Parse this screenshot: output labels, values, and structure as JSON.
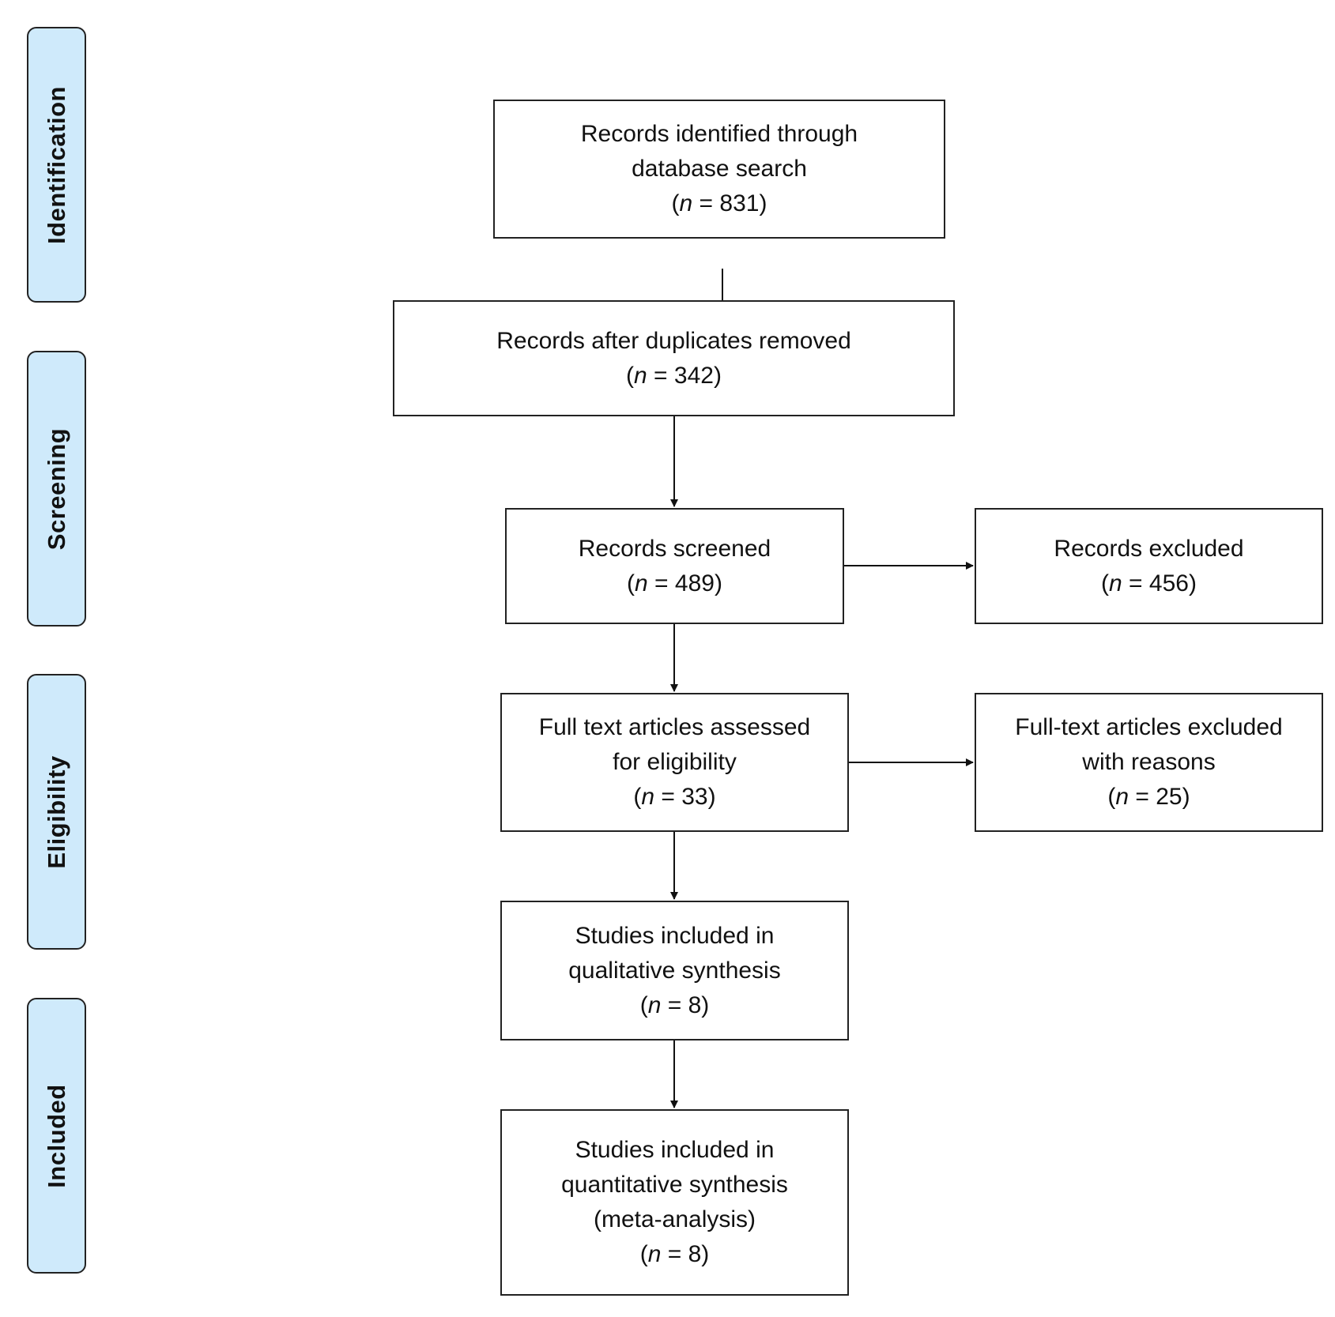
{
  "stages": [
    {
      "id": "identification",
      "label": "Identification"
    },
    {
      "id": "screening",
      "label": "Screening"
    },
    {
      "id": "eligibility",
      "label": "Eligibility"
    },
    {
      "id": "included",
      "label": "Included"
    }
  ],
  "boxes": {
    "identified": {
      "lines": [
        "Records identified through",
        "database search"
      ],
      "n": "831"
    },
    "deduplicated": {
      "lines": [
        "Records after duplicates removed"
      ],
      "n": "342"
    },
    "screened": {
      "lines": [
        "Records screened"
      ],
      "n": "489"
    },
    "excluded": {
      "lines": [
        "Records excluded"
      ],
      "n": "456"
    },
    "fulltext_assessed": {
      "lines": [
        "Full text articles assessed",
        "for eligibility"
      ],
      "n": "33"
    },
    "fulltext_excluded": {
      "lines": [
        "Full-text articles excluded",
        "with reasons"
      ],
      "n": "25"
    },
    "qualitative": {
      "lines": [
        "Studies included in",
        "qualitative synthesis"
      ],
      "n": "8"
    },
    "quantitative": {
      "lines": [
        "Studies included in",
        "quantitative synthesis",
        "(meta-analysis)"
      ],
      "n": "8"
    }
  },
  "n_symbol": "n",
  "colors": {
    "stage_fill": "#cfeafb",
    "stroke": "#222222"
  }
}
